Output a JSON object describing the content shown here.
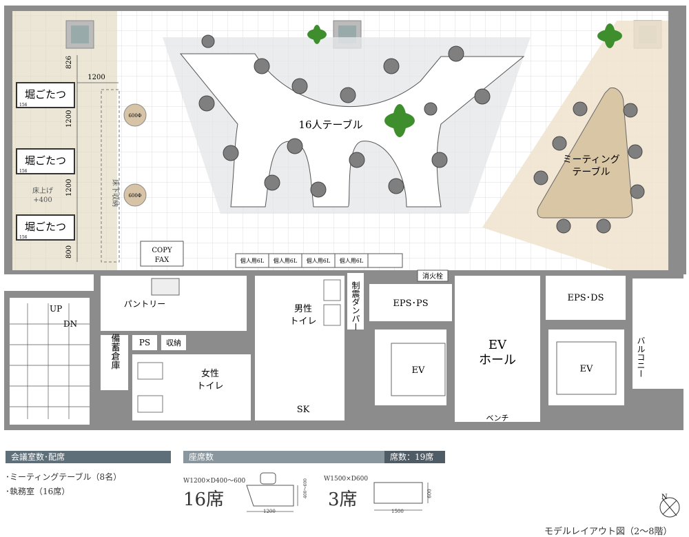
{
  "rooms": {
    "table16": "16人テーブル",
    "meeting_line1": "ミーティング",
    "meeting_line2": "テーブル",
    "horigotatsu": [
      "堀ごたつ",
      "堀ごたつ",
      "堀ごたつ"
    ],
    "copy": "COPY",
    "fax": "FAX",
    "pantry": "パントリー",
    "ps": "PS",
    "storage": "収納",
    "bichiku": "備蓄倉庫",
    "male_1": "男性",
    "male_2": "トイレ",
    "female_1": "女性",
    "female_2": "トイレ",
    "sk": "SK",
    "damper": "制震ダンパー",
    "eps_ps": "EPS･PS",
    "eps_ds": "EPS･DS",
    "ev": "EV",
    "ev_hall_1": "EV",
    "ev_hall_2": "ホール",
    "bench": "ベンチ",
    "balcony": "バルコニー",
    "fire": "消火栓",
    "up": "UP",
    "dn": "DN",
    "locker": "個人用6L",
    "floor_raise_1": "床上げ",
    "floor_raise_2": "+400",
    "underfloor": "床下収納",
    "phi600": "600Φ",
    "dims": {
      "d826": "826",
      "d1200_top": "1200",
      "d1200_a": "1200",
      "d1200_b": "1200",
      "d800": "800",
      "d156": "156"
    }
  },
  "legend": {
    "title_left": "会議室数･配席",
    "items": [
      "･ミーティングテーブル（8名）",
      "･執務室（16席）"
    ],
    "title_mid": "座席数",
    "seat_count": "席数：19席",
    "desk1_spec": "W1200×D400～600",
    "desk1_count": "16席",
    "desk1_w": "1200",
    "desk1_d": "400～600",
    "desk2_spec": "W1500×D600",
    "desk2_count": "3席",
    "desk2_w": "1500",
    "desk2_d": "600",
    "caption": "モデルレイアウト図（2～8階）",
    "north": "N"
  },
  "colors": {
    "wall": "#8c8c8c",
    "floor_grid": "#dcdcdc",
    "tatami_area": "#ebe6d6",
    "meeting_area": "#f0e3cc",
    "meeting_table": "#d9c6a4",
    "table": "#ffffff",
    "chair": "#7f7f7f",
    "plant": "#3e8e2e",
    "legend_bar": "#5f6f7a"
  }
}
